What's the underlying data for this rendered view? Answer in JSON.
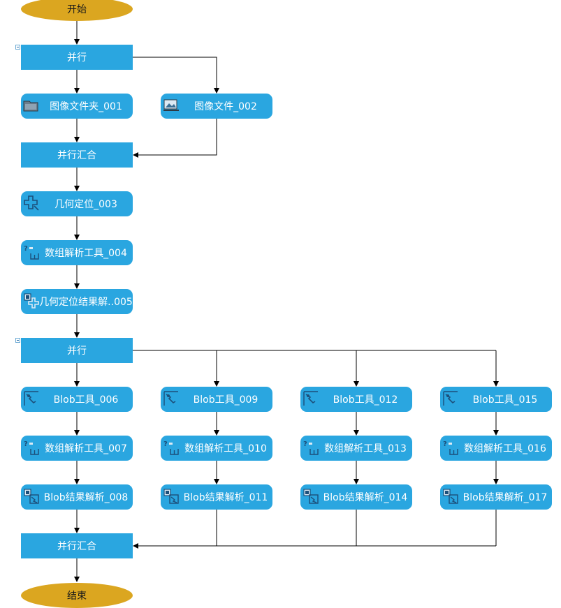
{
  "colors": {
    "terminal": "#dba620",
    "node": "#2aa6e0",
    "wire": "#000000"
  },
  "nodes": {
    "start": {
      "label": "开始"
    },
    "parallel_1": {
      "label": "并行"
    },
    "image_folder_001": {
      "label": "图像文件夹_001",
      "icon": "image-folder-icon"
    },
    "image_file_002": {
      "label": "图像文件_002",
      "icon": "image-file-icon"
    },
    "join_1": {
      "label": "并行汇合"
    },
    "geo_locate_003": {
      "label": "几何定位_003",
      "icon": "geometry-locate-icon"
    },
    "array_parse_004": {
      "label": "数组解析工具_004",
      "icon": "array-parse-icon"
    },
    "geo_result_005": {
      "label": "几何定位结果解..005",
      "icon": "geometry-result-icon"
    },
    "parallel_2": {
      "label": "并行"
    },
    "blob_006": {
      "label": "Blob工具_006",
      "icon": "blob-tool-icon"
    },
    "array_parse_007": {
      "label": "数组解析工具_007",
      "icon": "array-parse-icon"
    },
    "blob_result_008": {
      "label": "Blob结果解析_008",
      "icon": "blob-result-icon"
    },
    "blob_009": {
      "label": "Blob工具_009",
      "icon": "blob-tool-icon"
    },
    "array_parse_010": {
      "label": "数组解析工具_010",
      "icon": "array-parse-icon"
    },
    "blob_result_011": {
      "label": "Blob结果解析_011",
      "icon": "blob-result-icon"
    },
    "blob_012": {
      "label": "Blob工具_012",
      "icon": "blob-tool-icon"
    },
    "array_parse_013": {
      "label": "数组解析工具_013",
      "icon": "array-parse-icon"
    },
    "blob_result_014": {
      "label": "Blob结果解析_014",
      "icon": "blob-result-icon"
    },
    "blob_015": {
      "label": "Blob工具_015",
      "icon": "blob-tool-icon"
    },
    "array_parse_016": {
      "label": "数组解析工具_016",
      "icon": "array-parse-icon"
    },
    "blob_result_017": {
      "label": "Blob结果解析_017",
      "icon": "blob-result-icon"
    },
    "join_2": {
      "label": "并行汇合"
    },
    "end": {
      "label": "结束"
    }
  }
}
